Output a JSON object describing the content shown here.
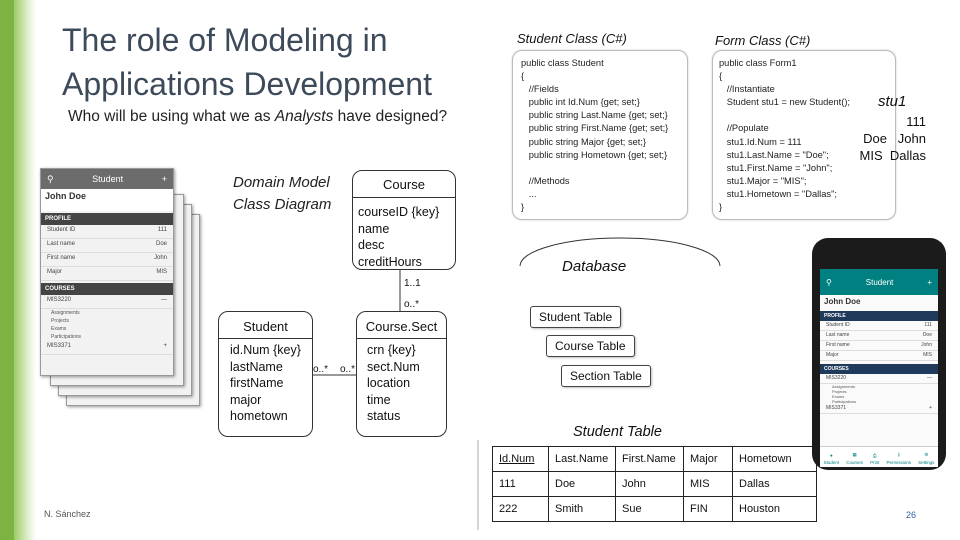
{
  "slide": {
    "title_line1": "The role of Modeling in",
    "title_line2": "Applications Development",
    "subtitle_pre": "Who will be using what we as ",
    "subtitle_em": "Analysts",
    "subtitle_post": " have designed?",
    "author": "N. Sánchez",
    "page_number": "26"
  },
  "phone_stack": {
    "header": "Student",
    "name": "John Doe",
    "profile_label": "PROFILE",
    "rows": [
      {
        "label": "Student ID",
        "value": "111"
      },
      {
        "label": "Last name",
        "value": "Doe"
      },
      {
        "label": "First name",
        "value": "John"
      },
      {
        "label": "Major",
        "value": "MIS"
      }
    ],
    "courses_label": "COURSES",
    "course1": "MIS3220",
    "course1_items": [
      "Assignments",
      "Projects",
      "Exams",
      "Participations"
    ],
    "course2": "MIS3371"
  },
  "uml": {
    "diagram_label_line1": "Domain Model",
    "diagram_label_line2": "Class Diagram",
    "course": {
      "title": "Course",
      "attrs": [
        "courseID {key}",
        "name",
        "desc",
        "creditHours"
      ]
    },
    "student": {
      "title": "Student",
      "attrs": [
        "id.Num {key}",
        "lastName",
        "firstName",
        "major",
        "hometown"
      ]
    },
    "course_sect": {
      "title": "Course.Sect",
      "attrs": [
        "crn {key}",
        "sect.Num",
        "location",
        "time",
        "status"
      ]
    },
    "mult_course_top": "1..1",
    "mult_course_bottom": "o..*",
    "mult_student_right": "o..*",
    "mult_sect_left": "o..*"
  },
  "student_class": {
    "label": "Student Class (C#)",
    "code": "public class Student\n{\n   //Fields\n   public int Id.Num {get; set;}\n   public string Last.Name {get; set;}\n   public string First.Name {get; set;}\n   public string Major {get; set;}\n   public string Hometown {get; set;}\n\n   //Methods\n   ...\n}"
  },
  "form_class": {
    "label": "Form Class (C#)",
    "code": "public class Form1\n{\n   //Instantiate\n   Student stu1 = new Student();\n\n   //Populate\n   stu1.Id.Num = 111\n   stu1.Last.Name = \"Doe\";\n   stu1.First.Name = \"John\";\n   stu1.Major = \"MIS\";\n   stu1.Hometown = \"Dallas\";\n}"
  },
  "stu1_object": {
    "label": "stu1",
    "line1": "111",
    "line2": "Doe   John",
    "line3": "MIS  Dallas"
  },
  "database": {
    "label": "Database",
    "tables": [
      "Student Table",
      "Course Table",
      "Section Table"
    ]
  },
  "student_table": {
    "title": "Student Table",
    "headers": [
      "Id.Num",
      "Last.Name",
      "First.Name",
      "Major",
      "Hometown"
    ],
    "rows": [
      [
        "111",
        "Doe",
        "John",
        "MIS",
        "Dallas"
      ],
      [
        "222",
        "Smith",
        "Sue",
        "FIN",
        "Houston"
      ]
    ]
  },
  "phone_right": {
    "header": "Student",
    "name": "John Doe",
    "profile_label": "PROFILE",
    "rows": [
      {
        "label": "Student ID",
        "value": "111"
      },
      {
        "label": "Last name",
        "value": "Doe"
      },
      {
        "label": "First name",
        "value": "John"
      },
      {
        "label": "Major",
        "value": "MIS"
      }
    ],
    "courses_label": "COURSES",
    "course1": "MIS3220",
    "course1_items": [
      "Assignments",
      "Projects",
      "Exams",
      "Participations"
    ],
    "course2": "MIS3371",
    "nav": [
      "Student",
      "Courses",
      "Print",
      "Permissions",
      "Settings"
    ]
  },
  "colors": {
    "accent_green": "#7cb342",
    "phone_teal": "#008080",
    "title_color": "#3d4a5a"
  }
}
